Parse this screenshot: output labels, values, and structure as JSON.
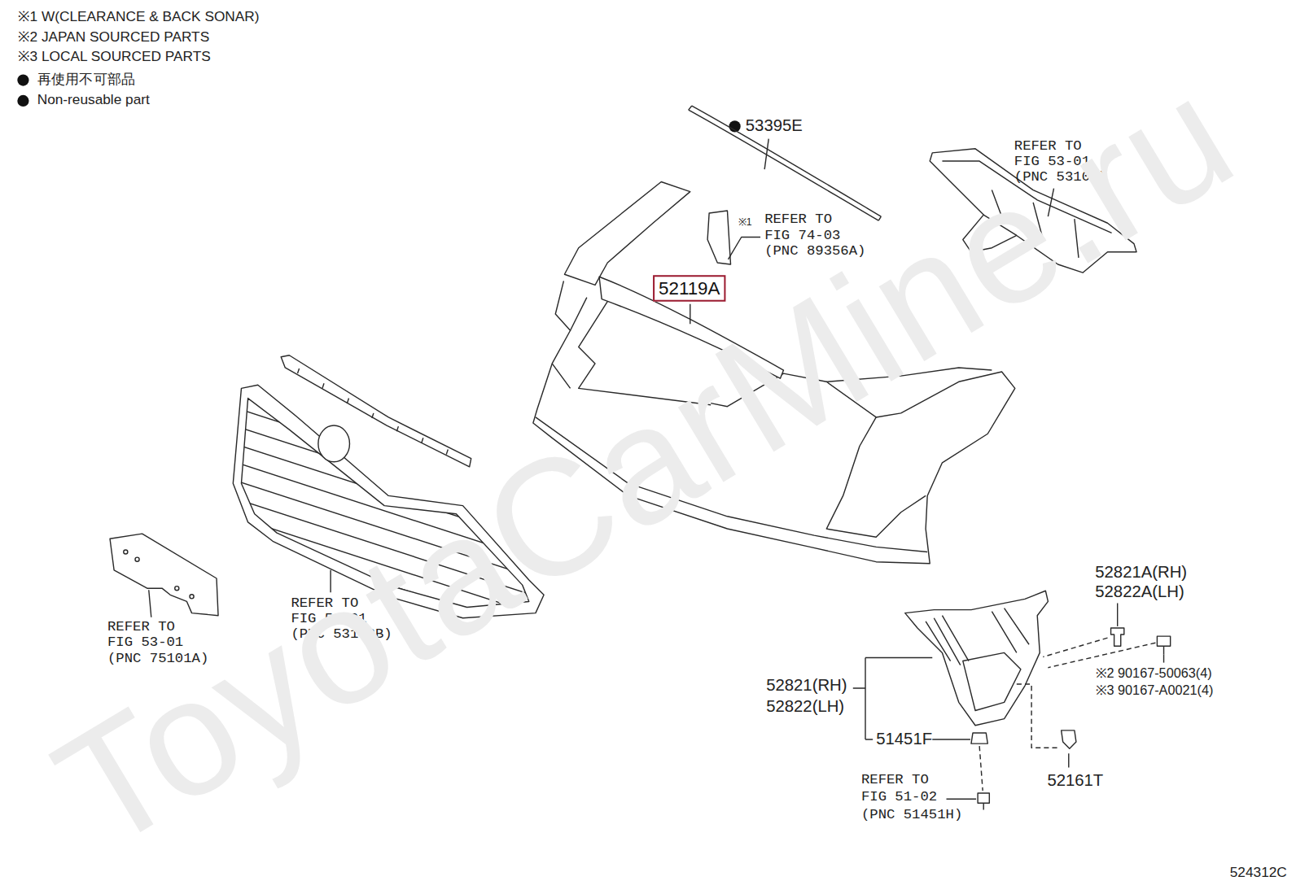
{
  "diagram": {
    "nodes": [
      {
        "text": [
          "52119A"
        ]
      }
    ],
    "labels": [
      "※1 W(CLEARANCE & BACK SONAR)",
      "※2 JAPAN SOURCED PARTS",
      "※3 LOCAL SOURCED PARTS",
      "再使用不可部品",
      "Non-reusable part",
      "53395E",
      "REFER TO",
      "FIG 53-01",
      "(PNC 53101)",
      "※1",
      "REFER TO",
      "FIG 74-03",
      "(PNC 89356A)",
      "REFER TO",
      "FIG 53-01",
      "(PNC 53102B)",
      "REFER TO",
      "FIG 53-01",
      "(PNC 75101A)",
      "52821A(RH)",
      "52822A(LH)",
      "※2 90167-50063(4)",
      "※3 90167-A0021(4)",
      "52821(RH)",
      "52822(LH)",
      "51451F",
      "52161T",
      "REFER TO",
      "FIG 51-02",
      "(PNC 51451H)",
      "524312C",
      "ToyotaCarMine.ru"
    ]
  }
}
